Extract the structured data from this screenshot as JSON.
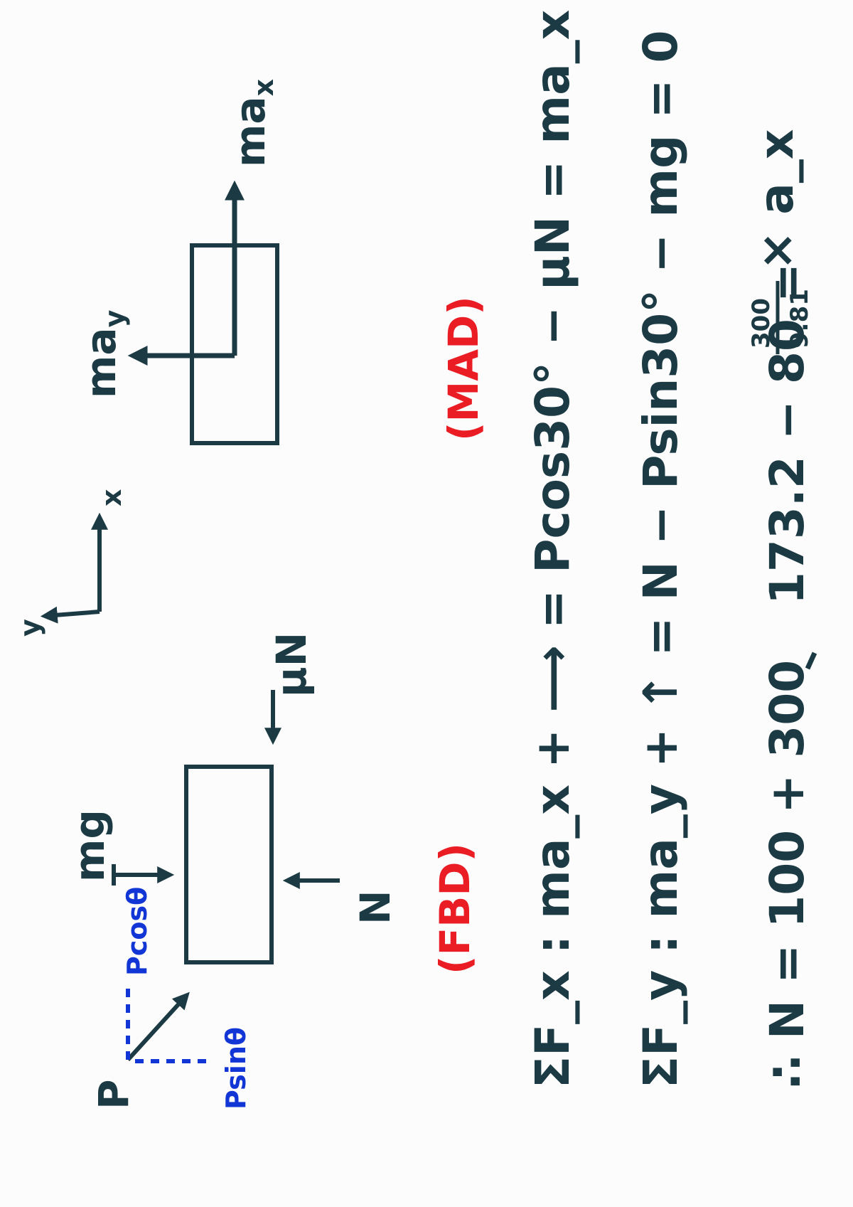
{
  "colors": {
    "ink": "#1c3a44",
    "blue": "#1236d6",
    "red": "#ea1c24",
    "paper": "#fcfcfc"
  },
  "fbd": {
    "tag": "(FBD)",
    "labels": {
      "P": "P",
      "mg": "mg",
      "N": "N",
      "muN": "μN"
    },
    "components": {
      "pcos": "Pcosθ",
      "psin": "Psinθ"
    }
  },
  "axes": {
    "x": "x",
    "y": "y"
  },
  "mad": {
    "tag": "(MAD)",
    "labels": {
      "may": "ma_y",
      "max": "ma_x"
    }
  },
  "equations": {
    "eq1": "ΣF_x : ma_x + ⟶ = Pcos30° − μN = ma_x",
    "eq2": "ΣF_y : ma_y + ↑ = N − Psin30° − mg = 0",
    "eq3_left": "∴ N = 100 + 300",
    "eq3_mid": "173.2 − 80 =",
    "frac_num": "300",
    "frac_den": "9.81",
    "eq3_right": "× a_x"
  }
}
